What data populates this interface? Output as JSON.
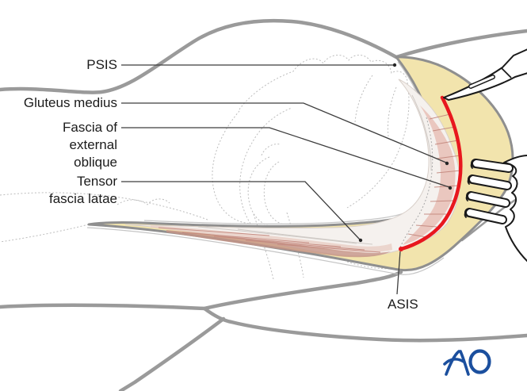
{
  "illustration": {
    "type": "medical-anatomy-diagram",
    "labels": {
      "psis": "PSIS",
      "gluteus_medius": "Gluteus medius",
      "fascia_external_oblique": "Fascia of\nexternal\noblique",
      "tensor_fascia_latae": "Tensor\nfascia latae",
      "asis": "ASIS"
    },
    "logo": {
      "text": "AO",
      "color": "#1b4f9e"
    },
    "colors": {
      "subcutaneous_fat": "#f2e4ad",
      "incision_line": "#e8171e",
      "skin_contour": "#9a9a9a",
      "bone_outline": "#bdbdbd",
      "muscle_pink": "#e8c0b6",
      "muscle_dark_pink": "#c59486",
      "label_text": "#1b1b1b"
    },
    "instruments": {
      "scalpel": "scalpel-icon",
      "retractor": "rake-retractor-icon"
    }
  }
}
